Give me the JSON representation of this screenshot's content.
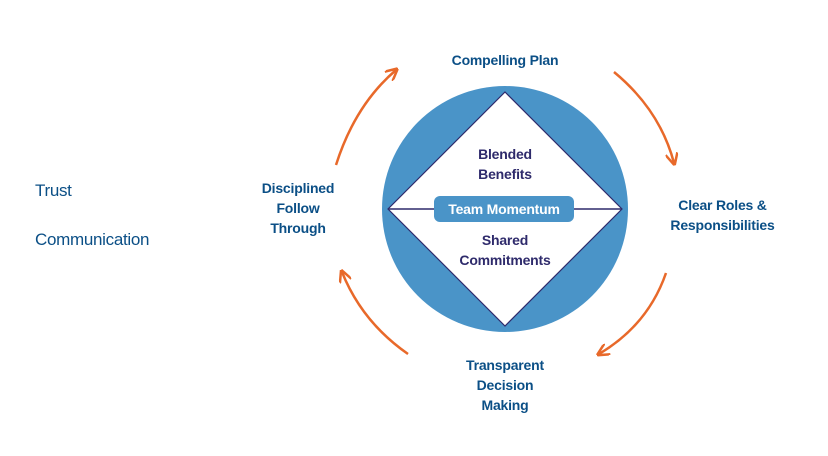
{
  "colors": {
    "circle": "#4a94c8",
    "arrow": "#e8692a",
    "stage_text": "#0b4f86",
    "inner_text": "#2e2a6b",
    "diamond_stroke": "#2e2a6b"
  },
  "side_labels": [
    "Trust",
    "Communication"
  ],
  "stages": {
    "top": "Compelling Plan",
    "right": [
      "Clear Roles &",
      "Responsibilities"
    ],
    "bottom": [
      "Transparent",
      "Decision",
      "Making"
    ],
    "left": [
      "Disciplined",
      "Follow",
      "Through"
    ]
  },
  "center": {
    "upper": [
      "Blended",
      "Benefits"
    ],
    "core": "Team Momentum",
    "lower": [
      "Shared",
      "Commitments"
    ]
  },
  "arrows": [
    {
      "name": "arrow-left-to-top",
      "direction": "clockwise"
    },
    {
      "name": "arrow-top-to-right",
      "direction": "clockwise"
    },
    {
      "name": "arrow-right-to-bottom",
      "direction": "clockwise"
    },
    {
      "name": "arrow-bottom-to-left",
      "direction": "clockwise"
    }
  ]
}
